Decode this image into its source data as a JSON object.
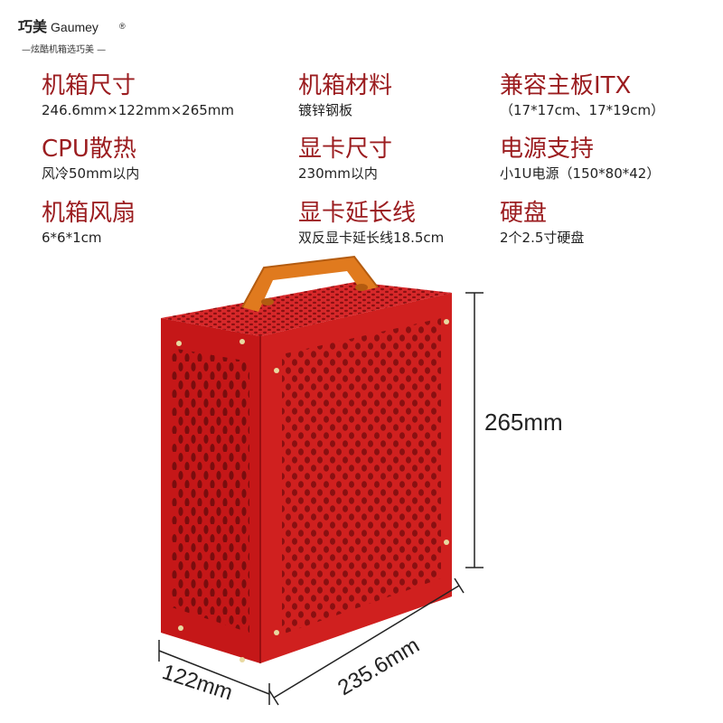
{
  "brand": {
    "name_cn": "巧美",
    "name_en": "Gaumey",
    "registered": "®",
    "tagline": "—炫酷机箱选巧美 —"
  },
  "specs": [
    {
      "title": "机箱尺寸",
      "value": "246.6mm×122mm×265mm"
    },
    {
      "title": "机箱材料",
      "value": "镀锌钢板"
    },
    {
      "title": "兼容主板ITX",
      "value": "（17*17cm、17*19cm）"
    },
    {
      "title": "CPU散热",
      "value": "风冷50mm以内"
    },
    {
      "title": "显卡尺寸",
      "value": "230mm以内"
    },
    {
      "title": "电源支持",
      "value": "小1U电源（150*80*42）"
    },
    {
      "title": "机箱风扇",
      "value": "6*6*1cm"
    },
    {
      "title": "显卡延长线",
      "value": "双反显卡延长线18.5cm"
    },
    {
      "title": "硬盘",
      "value": "2个2.5寸硬盘"
    }
  ],
  "dimensions": {
    "height": "265mm",
    "width": "235.6mm",
    "depth": "122mm"
  },
  "colors": {
    "title_red": "#9b1c1f",
    "case_red": "#c8191a",
    "handle_orange": "#e07a1e"
  }
}
